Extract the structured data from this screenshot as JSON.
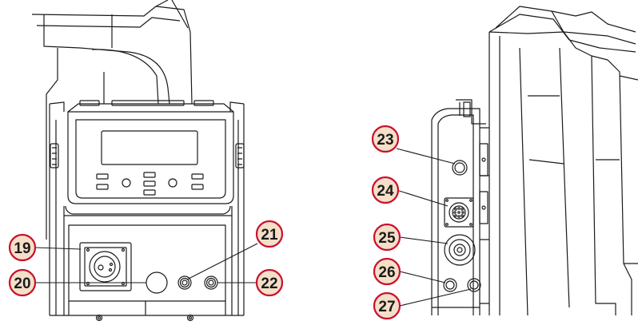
{
  "diagram": {
    "callouts": [
      {
        "id": "19",
        "label": "19"
      },
      {
        "id": "20",
        "label": "20"
      },
      {
        "id": "21",
        "label": "21"
      },
      {
        "id": "22",
        "label": "22"
      },
      {
        "id": "23",
        "label": "23"
      },
      {
        "id": "24",
        "label": "24"
      },
      {
        "id": "25",
        "label": "25"
      },
      {
        "id": "26",
        "label": "26"
      },
      {
        "id": "27",
        "label": "27"
      }
    ],
    "colors": {
      "callout_ring": "#c8102e",
      "callout_fill": "#f5dfc8",
      "line_art": "#1a1a1a",
      "background": "#ffffff"
    }
  }
}
